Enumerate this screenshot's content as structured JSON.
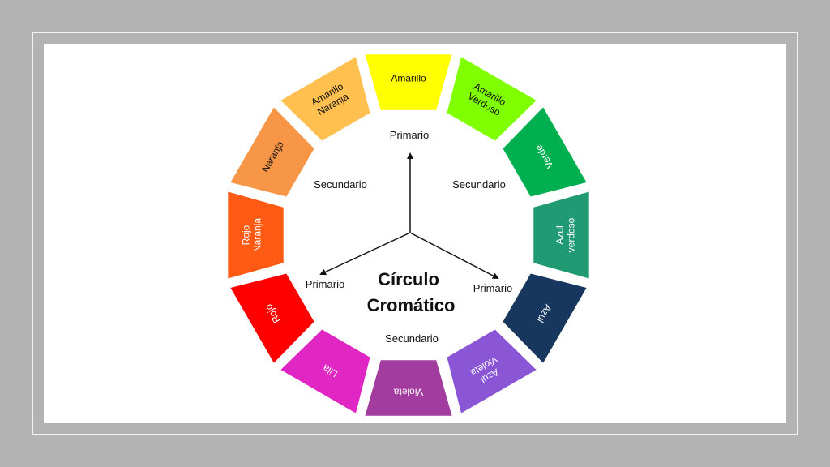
{
  "title_lines": [
    "Círculo",
    "Cromático"
  ],
  "categories": {
    "primario_top": "Primario",
    "primario_left": "Primario",
    "primario_right": "Primario",
    "secundario_left": "Secundario",
    "secundario_right": "Secundario",
    "secundario_bottom": "Secundario"
  },
  "segments": [
    {
      "lines": [
        "Amarillo"
      ],
      "color": "#ffff00",
      "text_color": "#111111"
    },
    {
      "lines": [
        "Amarillo",
        "Verdoso"
      ],
      "color": "#80ff00",
      "text_color": "#111111"
    },
    {
      "lines": [
        "Verde"
      ],
      "color": "#00b050",
      "text_color": "#ffffff"
    },
    {
      "lines": [
        "Azul",
        "verdoso"
      ],
      "color": "#1f9a73",
      "text_color": "#ffffff"
    },
    {
      "lines": [
        "Azul"
      ],
      "color": "#17375e",
      "text_color": "#ffffff"
    },
    {
      "lines": [
        "Azul",
        "Violeta"
      ],
      "color": "#8a56d6",
      "text_color": "#ffffff"
    },
    {
      "lines": [
        "Violeta"
      ],
      "color": "#a23d9f",
      "text_color": "#ffffff"
    },
    {
      "lines": [
        "Lila"
      ],
      "color": "#e026c3",
      "text_color": "#ffffff"
    },
    {
      "lines": [
        "Rojo"
      ],
      "color": "#ff0000",
      "text_color": "#ffffff"
    },
    {
      "lines": [
        "Rojo",
        "Naranja"
      ],
      "color": "#ff5a14",
      "text_color": "#ffffff"
    },
    {
      "lines": [
        "Naranja"
      ],
      "color": "#f79646",
      "text_color": "#111111"
    },
    {
      "lines": [
        "Amarillo",
        "Naranja"
      ],
      "color": "#ffc04f",
      "text_color": "#111111"
    }
  ]
}
